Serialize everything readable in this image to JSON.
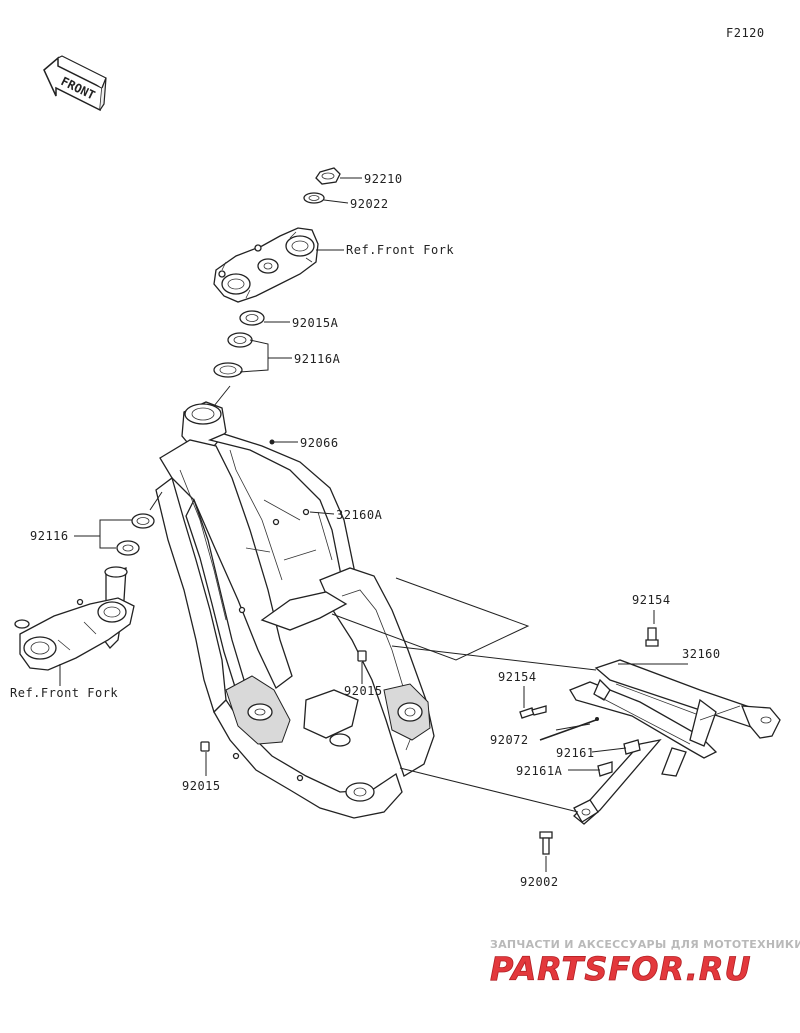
{
  "diagram_code": "F2120",
  "front_arrow_label": "FRONT",
  "callouts": {
    "nut_top": "92210",
    "washer_top": "92022",
    "ref_upper": "Ref.Front Fork",
    "seal_upper": "92015A",
    "bearing_upper": "92116A",
    "frame_plug": "92066",
    "main_frame": "32160A",
    "bearing_lower": "92116",
    "ref_lower": "Ref.Front Fork",
    "plug_center": "92015",
    "plug_left": "92015",
    "bolt_upper": "92154",
    "bolt_left": "92154",
    "subframe": "32160",
    "band": "92072",
    "clip": "92161",
    "clip_a": "92161A",
    "bolt_bottom": "92002"
  },
  "watermark": {
    "caption": "ЗАПЧАСТИ И АКСЕССУАРЫ ДЛЯ МОТОТЕХНИКИ",
    "logo": "PARTSFOR.RU",
    "color": "#e3383c"
  }
}
